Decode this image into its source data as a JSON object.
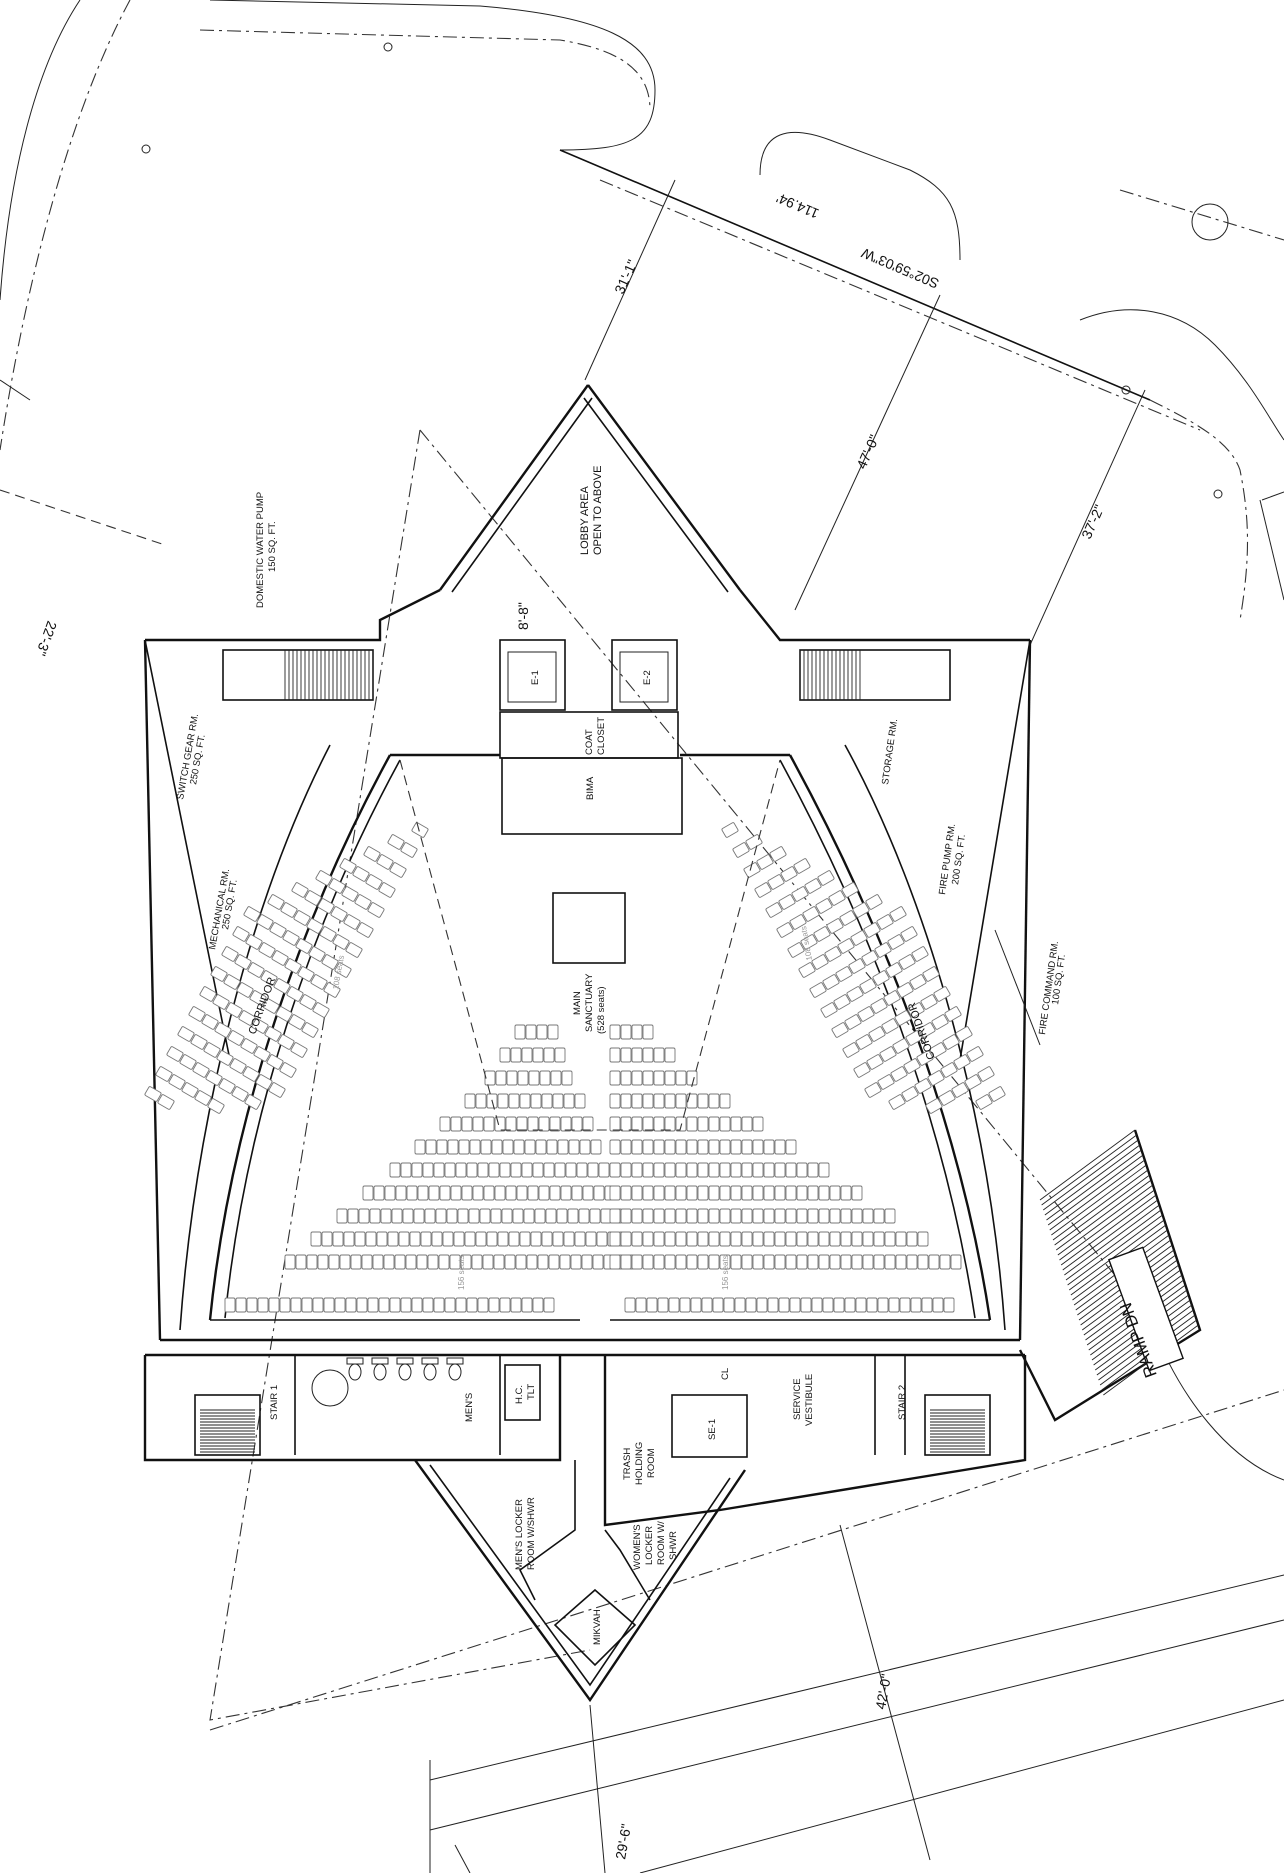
{
  "survey": {
    "bearing": "S02°59'03\"W",
    "distance": "114.94'"
  },
  "dimensions": {
    "d1": "31'-1\"",
    "d2": "47'-0\"",
    "d3": "37'-2\"",
    "d4": "22'-3\"",
    "d5": "8'-8\"",
    "d6": "42'-0\"",
    "d7": "29'-6\""
  },
  "rooms": {
    "lobby": [
      "LOBBY AREA",
      "OPEN TO ABOVE"
    ],
    "domestic_water": [
      "DOMESTIC WATER PUMP",
      "150 SQ. FT."
    ],
    "switch_gear": [
      "SWITCH GEAR RM.",
      "250 SQ. FT."
    ],
    "mechanical": [
      "MECHANICAL RM.",
      "250 SQ. FT."
    ],
    "corridor_left": "CORRIDOR",
    "corridor_right": "CORRIDOR",
    "coat_closet": [
      "COAT",
      "CLOSET"
    ],
    "bima": "BIMA",
    "elevator_1": "E-1",
    "elevator_2": "E-2",
    "storage": "STORAGE RM.",
    "fire_pump": [
      "FIRE PUMP RM.",
      "200 SQ. FT."
    ],
    "fire_command": [
      "FIRE COMMAND RM.",
      "100 SQ. FT."
    ],
    "main_sanctuary": [
      "MAIN",
      "SANCTUARY",
      "(528 seats)"
    ],
    "seats_left": "108 seats",
    "seats_right": "108 seats",
    "seats_bottom_left": "156 seats",
    "seats_bottom_right": "156 seats",
    "stair_1": "STAIR 1",
    "stair_2": "STAIR 2",
    "mens": "MEN'S",
    "hc_tlt": [
      "H.C.",
      "TLT"
    ],
    "trash": [
      "TRASH",
      "HOLDING",
      "ROOM"
    ],
    "se1": "SE-1",
    "cl": "CL",
    "service_vestibule": [
      "SERVICE",
      "VESTIBULE"
    ],
    "mens_locker": [
      "MEN'S LOCKER",
      "ROOM W/SHWR"
    ],
    "womens_locker": [
      "WOMEN'S",
      "LOCKER",
      "ROOM W/",
      "SHWR"
    ],
    "mikvah": "MIKVAH",
    "ramp": "RAMP DN"
  }
}
